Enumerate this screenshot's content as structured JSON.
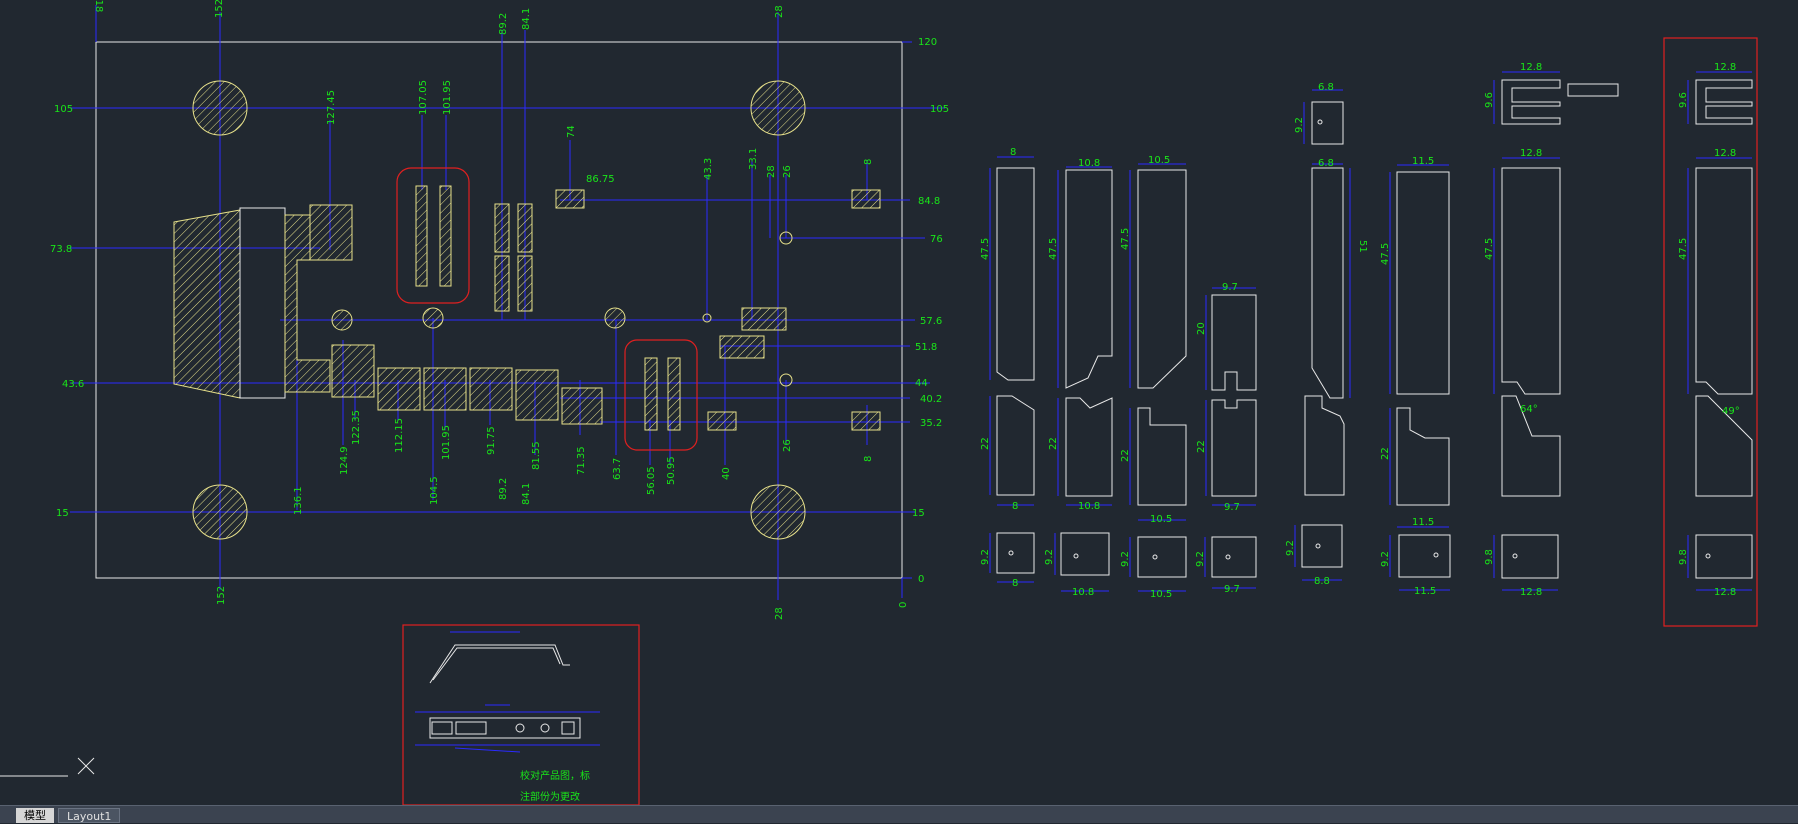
{
  "palette": {
    "background": "#212830",
    "dimension": "#19e619",
    "dimline": "#2a2aff",
    "outline": "#e8e8e8",
    "hatch": "#e6e08a",
    "highlight": "#e02020",
    "note": "#e619e6"
  },
  "tabs": {
    "model": "模型",
    "layout1": "Layout1"
  },
  "note": {
    "line1": "校对产品图，标",
    "line2": "注部份为更改"
  },
  "dims": {
    "v18": "18",
    "v152t": "152",
    "v127": "127.45",
    "v107": "107.05",
    "v101t": "101.95",
    "v892t": "89.2",
    "v841t": "84.1",
    "v74": "74",
    "v8675": "86.75",
    "v433": "43.3",
    "v331": "33.1",
    "v28a": "28",
    "v26a": "26",
    "v8t": "8",
    "v28t": "28",
    "r120": "120",
    "r105": "105",
    "r848": "84.8",
    "r76": "76",
    "r576": "57.6",
    "r518": "51.8",
    "r44": "44",
    "r402": "40.2",
    "r352": "35.2",
    "r15": "15",
    "r0": "0",
    "l105": "105",
    "l738": "73.8",
    "l436": "43.6",
    "l15": "15",
    "b1361": "136.1",
    "b1249": "124.9",
    "b12235": "122.35",
    "b11215": "112.15",
    "b1045": "104.5",
    "b10195": "101.95",
    "b9175": "91.75",
    "b892": "89.2",
    "b8155": "81.55",
    "b841": "84.1",
    "b7135": "71.35",
    "b637": "63.7",
    "b5605": "56.05",
    "b5095": "50.95",
    "b40": "40",
    "b26": "26",
    "b8": "8",
    "b152": "152",
    "b28": "28",
    "b0": "0",
    "p1w": "8",
    "p1h": "47.5",
    "p1b": "22",
    "p1c": "9.2",
    "p2w": "10.8",
    "p2h": "47.5",
    "p2b": "22",
    "p2c": "9.2",
    "p3w": "10.5",
    "p3h": "47.5",
    "p3b": "22",
    "p3c": "9.2",
    "p4w": "9.7",
    "p4h": "20",
    "p4b": "22",
    "p4c": "9.2",
    "p5w": "6.8",
    "p5h": "51",
    "p5c": "9.2",
    "p5w2": "8.8",
    "p5s": "9.2",
    "p6w": "11.5",
    "p6h": "47.5",
    "p6b": "22",
    "p6c": "9.2",
    "p7w": "12.8",
    "p7h": "47.5",
    "p7ang": "64°",
    "p7c": "9.8",
    "p7s": "9.6",
    "p8w": "12.8",
    "p8h": "47.5",
    "p8ang": "49°",
    "p8c": "9.8",
    "p8s": "9.6"
  }
}
